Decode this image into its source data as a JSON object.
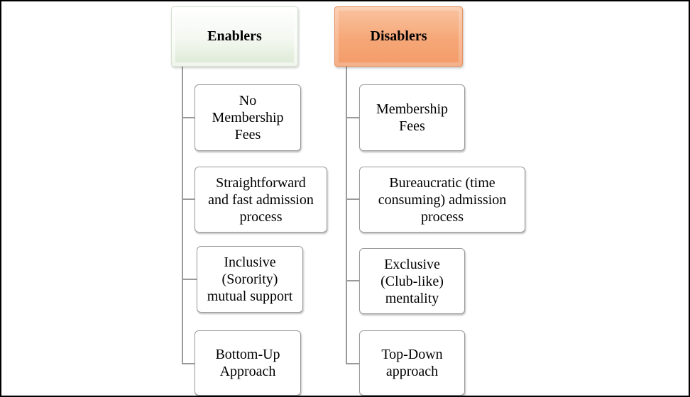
{
  "enablers": {
    "title": "Enablers",
    "items": [
      {
        "line1": "No",
        "line2": "Membership",
        "line3": "Fees"
      },
      {
        "line1": "Straightforward",
        "line2": "and fast admission",
        "line3": "process"
      },
      {
        "line1": "Inclusive",
        "line2": "(Sorority)",
        "line3": "mutual support"
      },
      {
        "line1": "Bottom-Up",
        "line2": "Approach",
        "line3": ""
      }
    ]
  },
  "disablers": {
    "title": "Disablers",
    "items": [
      {
        "line1": "Membership",
        "line2": "Fees",
        "line3": ""
      },
      {
        "line1": "Bureaucratic (time",
        "line2": "consuming) admission",
        "line3": "process"
      },
      {
        "line1": "Exclusive",
        "line2": "(Club-like)",
        "line3": "mentality"
      },
      {
        "line1": "Top-Down",
        "line2": "approach",
        "line3": ""
      }
    ]
  },
  "colors": {
    "enablers_header": "#dce9d4",
    "disablers_header": "#f6a777",
    "connector": "#9a9a9a"
  }
}
